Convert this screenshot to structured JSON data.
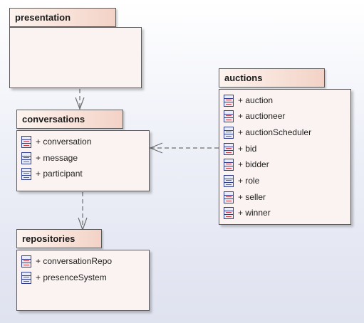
{
  "packages": {
    "presentation": {
      "name": "presentation",
      "items": []
    },
    "conversations": {
      "name": "conversations",
      "items": [
        "+ conversation",
        "+ message",
        "+ participant"
      ]
    },
    "repositories": {
      "name": "repositories",
      "items": [
        "+ conversationRepo",
        "+ presenceSystem"
      ]
    },
    "auctions": {
      "name": "auctions",
      "items": [
        "+ auction",
        "+ auctioneer",
        "+ auctionScheduler",
        "+ bid",
        "+ bidder",
        "+ role",
        "+ seller",
        "+ winner"
      ]
    }
  },
  "colors": {
    "tab_gradient_start": "#fdf4ef",
    "tab_gradient_end": "#f3d2c6",
    "package_body": "#fbf3f1",
    "class_icon": "#2e3a8c",
    "dependency_line": "#6e6e6e"
  }
}
